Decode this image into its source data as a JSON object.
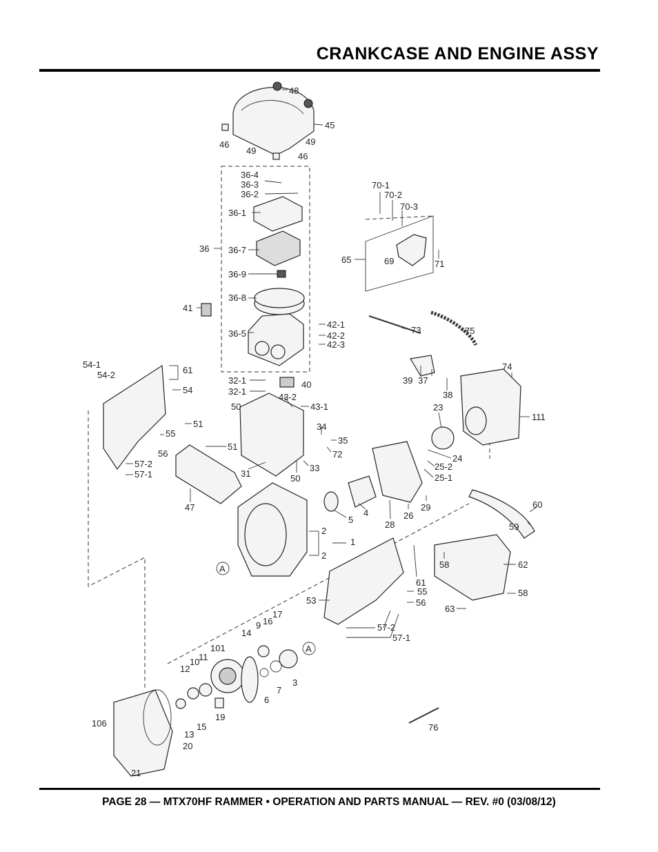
{
  "header": {
    "title": "CRANKCASE AND ENGINE ASSY"
  },
  "footer": {
    "text": "PAGE 28 — MTX70HF RAMMER • OPERATION AND PARTS MANUAL — REV. #0 (03/08/12)"
  },
  "diagram": {
    "callouts": {
      "p48": "48",
      "p45": "45",
      "p46a": "46",
      "p49a": "49",
      "p49b": "49",
      "p46b": "46",
      "p36_4": "36-4",
      "p36_3": "36-3",
      "p36_2": "36-2",
      "p36_1": "36-1",
      "p36": "36",
      "p36_7": "36-7",
      "p36_9": "36-9",
      "p36_8": "36-8",
      "p36_5": "36-5",
      "p41": "41",
      "p42_1": "42-1",
      "p42_2": "42-2",
      "p42_3": "42-3",
      "p70_1": "70-1",
      "p70_2": "70-2",
      "p70_3": "70-3",
      "p65": "65",
      "p69": "69",
      "p71": "71",
      "p73": "73",
      "p75": "75",
      "p54_1": "54-1",
      "p54_2": "54-2",
      "p61a": "61",
      "p54": "54",
      "p32_1": "32-1",
      "p32_1b": "32-1",
      "p40": "40",
      "p43_2": "43-2",
      "p43_1": "43-1",
      "p50a": "50",
      "p39": "39",
      "p37": "37",
      "p38": "38",
      "p74": "74",
      "p111": "111",
      "p23": "23",
      "p51a": "51",
      "p55a": "55",
      "p56a": "56",
      "p51b": "51",
      "p34": "34",
      "p35": "35",
      "p72": "72",
      "p24": "24",
      "p25_2": "25-2",
      "p25_1": "25-1",
      "p57_2a": "57-2",
      "p57_1a": "57-1",
      "p31": "31",
      "p50b": "50",
      "p33": "33",
      "p47": "47",
      "p5": "5",
      "p4": "4",
      "p28": "28",
      "p26": "26",
      "p29": "29",
      "p60": "60",
      "p59": "59",
      "p2a": "2",
      "p1": "1",
      "p2b": "2",
      "pA1": "A",
      "p61b": "61",
      "p58a": "58",
      "p62": "62",
      "p55b": "55",
      "p56b": "56",
      "p53": "53",
      "p58b": "58",
      "p63": "63",
      "p57_2b": "57-2",
      "p57_1b": "57-1",
      "p14": "14",
      "p9": "9",
      "p16": "16",
      "p17": "17",
      "p101": "101",
      "p11": "11",
      "p10": "10",
      "p12": "12",
      "pA2": "A",
      "p6": "6",
      "p7": "7",
      "p3": "3",
      "p19": "19",
      "p106": "106",
      "p13": "13",
      "p15": "15",
      "p20": "20",
      "p21": "21",
      "p76": "76"
    }
  }
}
